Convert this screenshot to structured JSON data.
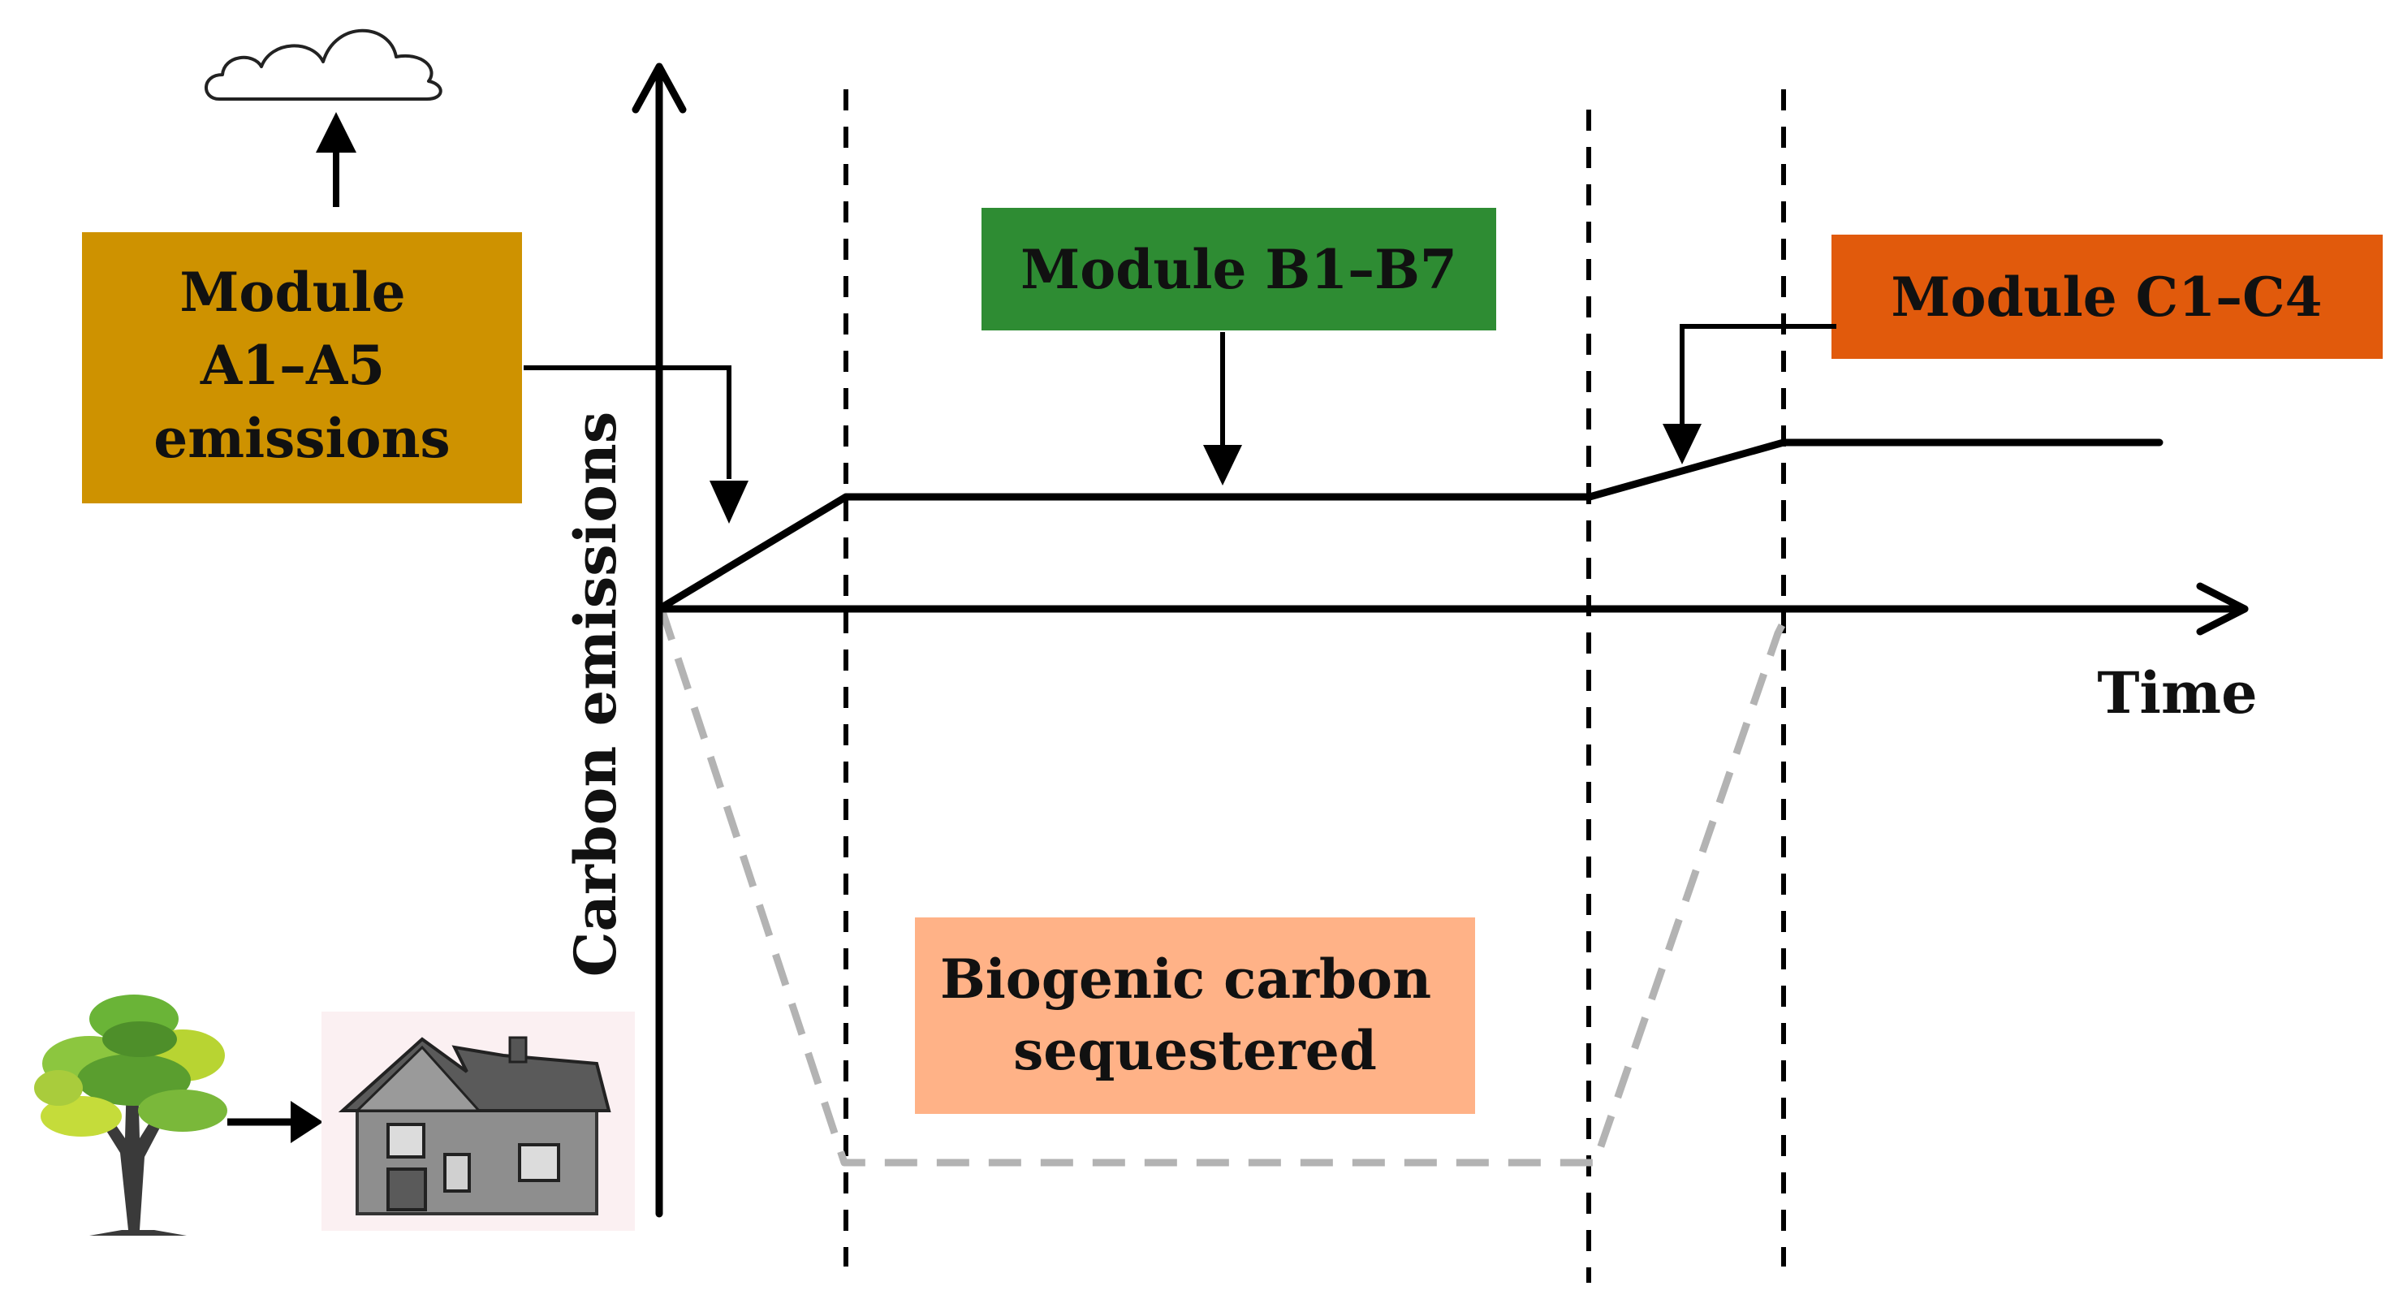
{
  "axes": {
    "y_label": "Carbon emissions",
    "x_label": "Time"
  },
  "modules": {
    "a": {
      "lines": [
        "Module",
        "A1–A5",
        "emissions"
      ],
      "color": "#CE9200"
    },
    "b": {
      "lines": [
        "Module B1–B7"
      ],
      "color": "#2E8C33"
    },
    "c": {
      "lines": [
        "Module C1–C4"
      ],
      "color": "#E15A0C"
    }
  },
  "biogenic": {
    "lines": [
      "Biogenic carbon",
      "sequestered"
    ],
    "color": "#FFB287"
  },
  "colors": {
    "line": "#000000",
    "dashed_gray": "#b3b3b3",
    "tree_green": "#6ab437",
    "house_gray": "#8a8a8a"
  },
  "icons": {
    "cloud": "cloud-icon",
    "tree": "tree-icon",
    "house": "house-icon"
  }
}
